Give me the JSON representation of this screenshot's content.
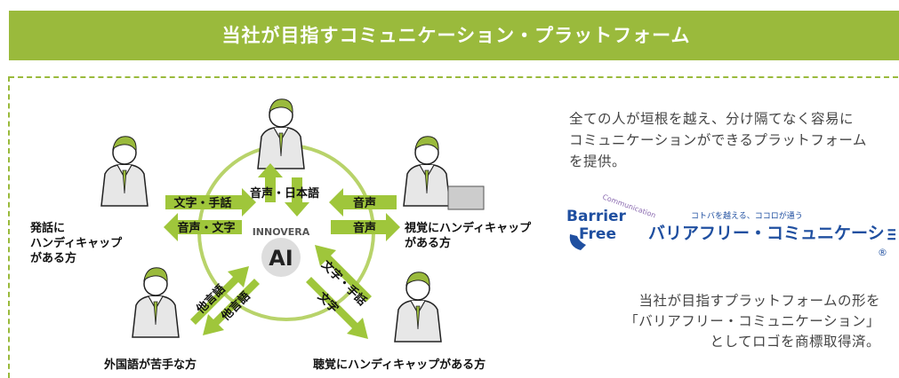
{
  "banner": {
    "title": "当社が目指すコミュニケーション・プラットフォーム"
  },
  "center": {
    "brand": "INNOVERA",
    "cross": "×",
    "ai": "AI"
  },
  "people": {
    "speech": [
      "発話に",
      "ハンディキャップ",
      "がある方"
    ],
    "visual": [
      "視覚にハンディキャップ",
      "がある方"
    ],
    "foreign": "外国語が苦手な方",
    "hearing": "聴覚にハンディキャップがある方"
  },
  "arrows": {
    "top": "音声・日本語",
    "left_out": "文字・手話",
    "left_in": "音声・文字",
    "right_in": "音声",
    "right_out": "音声",
    "bl_a": "他言語",
    "bl_b": "他言語",
    "br_a": "文字・手話",
    "br_b": "文字"
  },
  "description": {
    "lines": [
      "全ての人が垣根を越え、分け隔てなく容易に",
      "コミュニケーションができるプラットフォーム",
      "を提供。"
    ]
  },
  "logo": {
    "barrier": "Barrier",
    "free": "Free",
    "communication": "Communication",
    "tagline": "コトバを越える、ココロが通う",
    "name": "バリアフリー・コミュニケーション",
    "registered": "®"
  },
  "note": {
    "lines": [
      "当社が目指すプラットフォームの形を",
      "「バリアフリー・コミュニケーション」",
      "としてロゴを商標取得済。"
    ]
  },
  "colors": {
    "accent": "#9aba3c",
    "arrow": "#9fc63b",
    "logo_blue": "#1f4fa0",
    "brand_orange": "#e07b20"
  }
}
